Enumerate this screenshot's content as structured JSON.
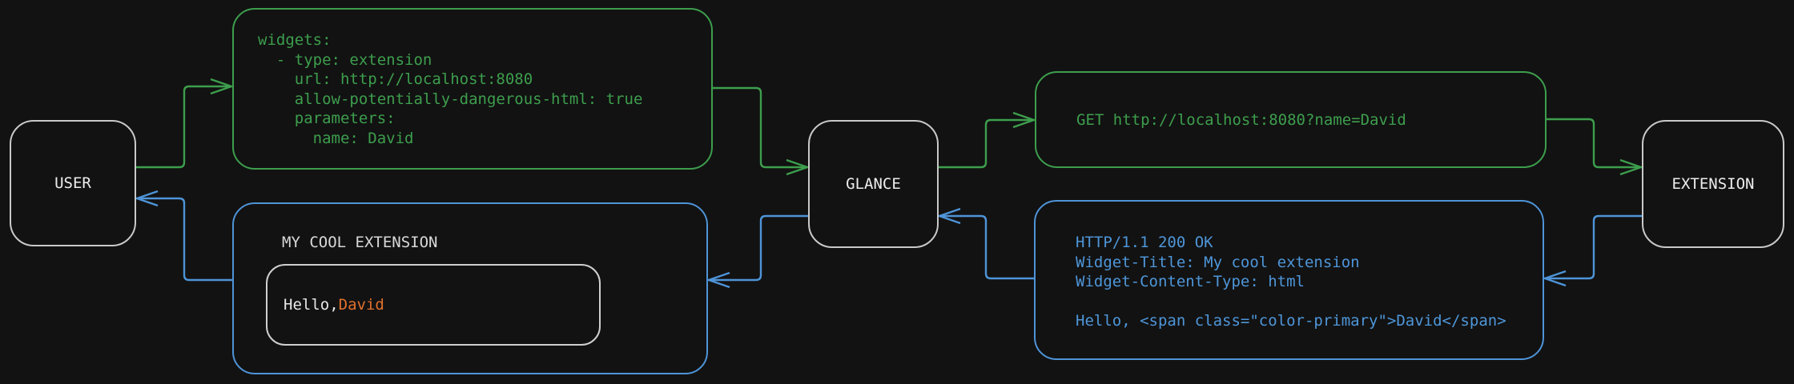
{
  "diagram_title": "glance-extension-flow",
  "colors": {
    "background": "#121212",
    "request_green": "#3d9e4d",
    "response_blue": "#4e94d8",
    "primary_orange": "#e0712e",
    "node_border_gray": "#c9c9c9",
    "light_text": "#e8e8e8"
  },
  "nodes": {
    "user": {
      "label": "USER"
    },
    "glance": {
      "label": "GLANCE"
    },
    "extension": {
      "label": "EXTENSION"
    }
  },
  "config_box": {
    "code": "widgets:\n  - type: extension\n    url: http://localhost:8080\n    allow-potentially-dangerous-html: true\n    parameters:\n      name: David"
  },
  "request_box": {
    "code": "GET http://localhost:8080?name=David"
  },
  "response_box": {
    "code": "HTTP/1.1 200 OK\nWidget-Title: My cool extension\nWidget-Content-Type: html\n\nHello, <span class=\"color-primary\">David</span>"
  },
  "widget_box": {
    "title": "MY COOL EXTENSION",
    "greeting_prefix": "Hello, ",
    "greeting_name": "David"
  }
}
